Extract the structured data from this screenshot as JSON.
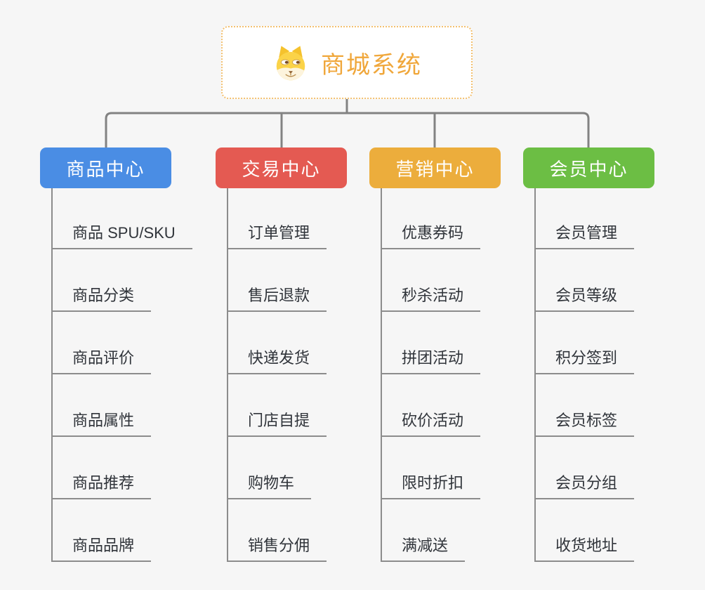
{
  "diagram": {
    "background_color": "#f6f6f6",
    "connector_color": "#828282",
    "leaf_line_color": "#8c8c8c"
  },
  "root": {
    "title": "商城系统",
    "icon": "doge-face-icon",
    "accent_color": "#f0a73b",
    "border_color": "#f3c06f"
  },
  "branches": [
    {
      "label": "商品中心",
      "color": "#4a8de4",
      "children": [
        "商品 SPU/SKU",
        "商品分类",
        "商品评价",
        "商品属性",
        "商品推荐",
        "商品品牌"
      ]
    },
    {
      "label": "交易中心",
      "color": "#e45a52",
      "children": [
        "订单管理",
        "售后退款",
        "快递发货",
        "门店自提",
        "购物车",
        "销售分佣"
      ]
    },
    {
      "label": "营销中心",
      "color": "#ecad3c",
      "children": [
        "优惠券码",
        "秒杀活动",
        "拼团活动",
        "砍价活动",
        "限时折扣",
        "满减送"
      ]
    },
    {
      "label": "会员中心",
      "color": "#6cbe44",
      "children": [
        "会员管理",
        "会员等级",
        "积分签到",
        "会员标签",
        "会员分组",
        "收货地址"
      ]
    }
  ]
}
